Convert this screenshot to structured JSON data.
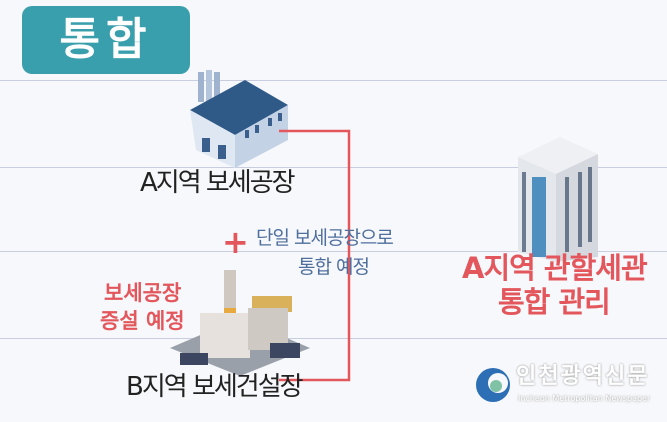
{
  "badge": "통합",
  "factory_a_label": "A지역 보세공장",
  "note_line1": "단일 보세공장으로",
  "note_line2": "통합 예정",
  "expansion_line1": "보세공장",
  "expansion_line2": "증설 예정",
  "site_b_label": "B지역 보세건설장",
  "customs_line1": "A지역 관할세관",
  "customs_line2": "통합 관리",
  "logo": {
    "name": "인천광역신문",
    "subtitle": "Incheon Metropolitan Newspaper"
  },
  "colors": {
    "badge": "#3a9fad",
    "accent": "#e3575c",
    "note": "#4f6f9e"
  }
}
